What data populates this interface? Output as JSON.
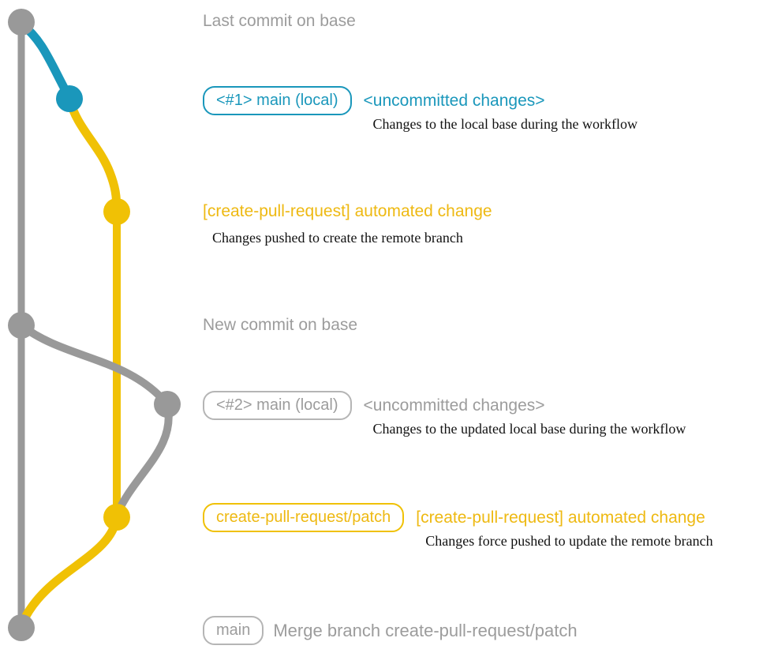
{
  "colors": {
    "background": "#ffffff",
    "gray_line": "#999999",
    "gray_text": "#9c9c9c",
    "gray_badge_border": "#b5b5b5",
    "blue": "#1a97bb",
    "yellow": "#f0c105",
    "yellow_text": "#eeb912",
    "ink": "#111111"
  },
  "graph": {
    "branches": [
      {
        "name": "base",
        "color": "#999999"
      },
      {
        "name": "main-local",
        "color": "#1a97bb"
      },
      {
        "name": "create-pull-request/patch",
        "color": "#f0c105"
      }
    ],
    "commit_dots": [
      {
        "name": "last-commit-on-base",
        "color": "gray"
      },
      {
        "name": "main-local-1",
        "color": "blue"
      },
      {
        "name": "patch-commit-1",
        "color": "yellow"
      },
      {
        "name": "new-commit-on-base",
        "color": "gray"
      },
      {
        "name": "main-local-2",
        "color": "gray"
      },
      {
        "name": "patch-commit-2",
        "color": "yellow"
      },
      {
        "name": "merge-commit",
        "color": "gray"
      }
    ]
  },
  "annotations": {
    "last_commit": {
      "text": "Last commit on base"
    },
    "main_local_1": {
      "badge": "<#1> main (local)",
      "title": "<uncommitted changes>",
      "description": "Changes to the local base during the workflow"
    },
    "patch_1": {
      "title": "[create-pull-request] automated change",
      "description": "Changes pushed to create the remote branch"
    },
    "new_commit": {
      "text": "New commit on base"
    },
    "main_local_2": {
      "badge": "<#2> main (local)",
      "title": "<uncommitted changes>",
      "description": "Changes to the updated local base during the workflow"
    },
    "patch_2": {
      "badge": "create-pull-request/patch",
      "title": "[create-pull-request] automated change",
      "description": "Changes force pushed to update the remote branch"
    },
    "merge": {
      "badge": "main",
      "text": "Merge branch create-pull-request/patch"
    }
  }
}
